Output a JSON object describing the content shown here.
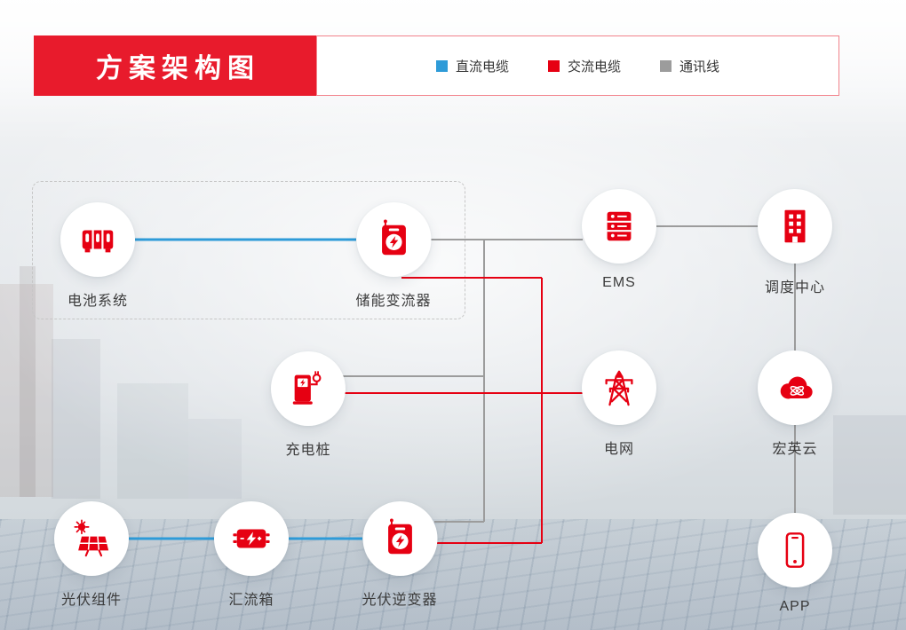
{
  "page": {
    "title": "方案架构图"
  },
  "legend": {
    "items": [
      {
        "label": "直流电缆",
        "type": "dc",
        "color": "#2E9BD8"
      },
      {
        "label": "交流电缆",
        "type": "ac",
        "color": "#E60012"
      },
      {
        "label": "通讯线",
        "type": "comm",
        "color": "#9C9C9C"
      }
    ]
  },
  "nodes": [
    {
      "id": "battery",
      "label": "电池系统"
    },
    {
      "id": "pcs",
      "label": "储能变流器"
    },
    {
      "id": "ems",
      "label": "EMS"
    },
    {
      "id": "dispatch",
      "label": "调度中心"
    },
    {
      "id": "charger",
      "label": "充电桩"
    },
    {
      "id": "grid",
      "label": "电网"
    },
    {
      "id": "cloud",
      "label": "宏英云"
    },
    {
      "id": "pv",
      "label": "光伏组件"
    },
    {
      "id": "combiner",
      "label": "汇流箱"
    },
    {
      "id": "inverter",
      "label": "光伏逆变器"
    },
    {
      "id": "app",
      "label": "APP"
    }
  ],
  "edges": [
    {
      "from": "电池系统",
      "to": "储能变流器",
      "type": "直流电缆"
    },
    {
      "from": "光伏组件",
      "to": "汇流箱",
      "type": "直流电缆"
    },
    {
      "from": "汇流箱",
      "to": "光伏逆变器",
      "type": "直流电缆"
    },
    {
      "from": "储能变流器",
      "to": "EMS",
      "type": "通讯线"
    },
    {
      "from": "充电桩",
      "to": "EMS",
      "type": "通讯线"
    },
    {
      "from": "光伏逆变器",
      "to": "EMS",
      "type": "通讯线"
    },
    {
      "from": "EMS",
      "to": "调度中心",
      "type": "通讯线"
    },
    {
      "from": "调度中心",
      "to": "宏英云",
      "type": "通讯线"
    },
    {
      "from": "宏英云",
      "to": "APP",
      "type": "通讯线"
    },
    {
      "from": "储能变流器",
      "to": "电网",
      "type": "交流电缆"
    },
    {
      "from": "充电桩",
      "to": "电网",
      "type": "交流电缆"
    },
    {
      "from": "光伏逆变器",
      "to": "电网",
      "type": "交流电缆"
    }
  ],
  "colors": {
    "accent_red": "#E60012",
    "dc_blue": "#2E9BD8",
    "comm_gray": "#9C9C9C"
  }
}
